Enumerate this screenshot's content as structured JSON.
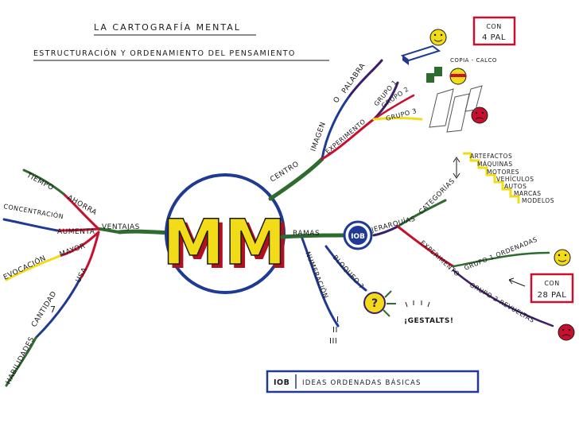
{
  "title": "LA CARTOGRAFÍA MENTAL",
  "subtitle": "ESTRUCTURACIÓN Y ORDENAMIENTO DEL PENSAMIENTO",
  "center": "MM",
  "colors": {
    "red": "#c8102e",
    "blue": "#1f3a93",
    "green": "#2e6b2f",
    "yellow": "#f2dc1a",
    "purple": "#3b1f6b",
    "dark": "#1a1a1a"
  },
  "branches": {
    "ventajas": "VENTAJAS",
    "tiempo": "TIEMPO",
    "ahorra": "AHORRA",
    "concentracion": "CONCENTRACIÓN",
    "aumenta": "AUMENTA",
    "evocacion": "EVOCACIÓN",
    "mayor": "MAYOR",
    "usa": "USA",
    "habilidades": "HABILIDADES",
    "cantidad": "CANTIDAD",
    "num7": "7",
    "centro": "CENTRO",
    "imagen": "IMAGEN",
    "o": "O",
    "palabra": "PALABRA",
    "experimento": "EXPERIMENTO",
    "grupo1": "GRUPO 1",
    "grupo2": "GRUPO 2",
    "grupo3": "GRUPO 3",
    "copia": "COPIA - CALCO",
    "con4": "CON",
    "pal4": "4 PAL",
    "ramas": "RAMAS",
    "iob": "IOB",
    "jerarquias": "JERARQUÍAS",
    "categorias": "CATEGORÍAS",
    "experimento2": "EXPERIMENTO",
    "grupo1ord": "GRUPO 1 ORDENADAS",
    "grupo2rev": "GRUPO 2 REVUELTAS",
    "con28": "CON",
    "pal28": "28 PAL",
    "numeracion": "NUMERACIÓN",
    "bloqueo": "BLOQUEO ?",
    "gestalts": "¡GESTALTS!",
    "roman1": "I",
    "roman2": "II",
    "roman3": "III"
  },
  "hierarchy": [
    "ARTEFACTOS",
    "MÁQUINAS",
    "MOTORES",
    "VEHÍCULOS",
    "AUTOS",
    "MARCAS",
    "MODELOS"
  ],
  "legend": {
    "abbr": "IOB",
    "text": "IDEAS ORDENADAS BÁSICAS"
  }
}
